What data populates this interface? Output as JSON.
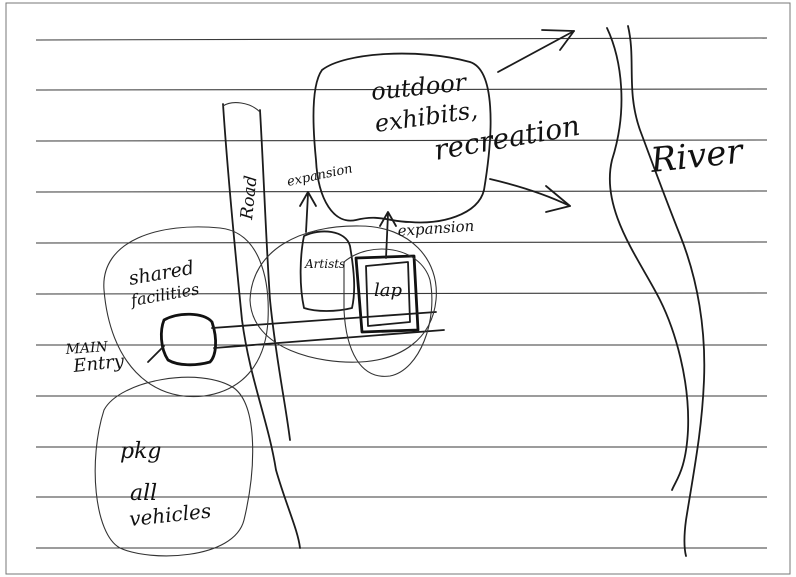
{
  "labels": {
    "outdoor": "outdoor",
    "exhibits": "exhibits,",
    "recreation": "recreation",
    "river": "River",
    "road": "Road",
    "expansion_left": "expansion",
    "expansion_right": "expansion",
    "artists": "Artists",
    "lap": "lap",
    "shared": "shared",
    "facilities": "facilities",
    "main": "MAIN",
    "entry": "Entry",
    "pkg": "pkg",
    "all": "all",
    "vehicles": "vehicles"
  }
}
